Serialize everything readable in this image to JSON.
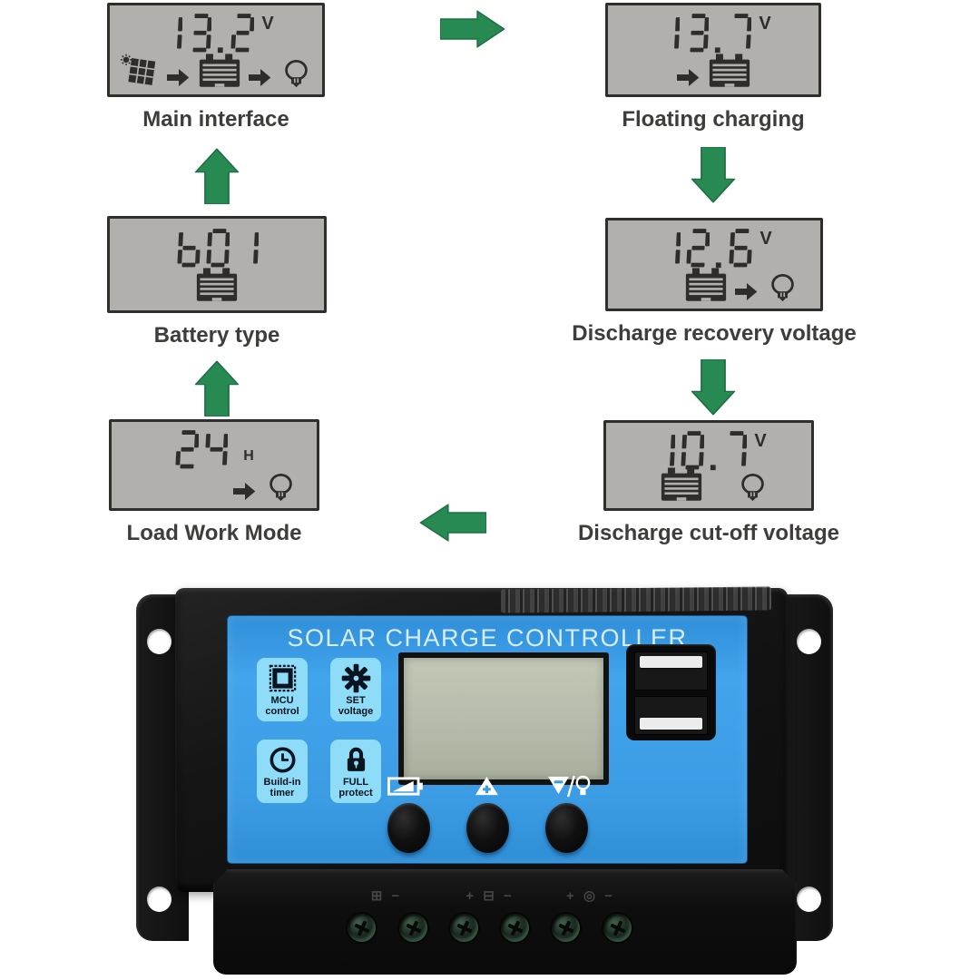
{
  "colors": {
    "arrow_green": "#278a52",
    "arrow_green_dark": "#1d6e40",
    "lcd_bg": "#b1b0ad",
    "lcd_border": "#2f2e2c",
    "digit": "#2e2d2b",
    "label_text": "#3e3d3b",
    "panel_blue": "#3b9ce4",
    "tile_blue": "#8edcf8",
    "title_text": "#d8edfb",
    "product_lcd": "#b6bcab"
  },
  "diagram": {
    "screens": [
      {
        "value": "13.2",
        "unit": "V",
        "icons": [
          "solar",
          "arrow",
          "battery",
          "arrow",
          "bulb"
        ],
        "label": "Main interface"
      },
      {
        "value": "13.7",
        "unit": "V",
        "icons": [
          "arrow",
          "battery"
        ],
        "label": "Floating charging"
      },
      {
        "value": "b01",
        "unit": "",
        "icons": [
          "battery"
        ],
        "label": "Battery type"
      },
      {
        "value": "12.6",
        "unit": "V",
        "icons": [
          "battery",
          "arrow",
          "bulb"
        ],
        "label": "Discharge recovery voltage"
      },
      {
        "value": "24",
        "unit": "H",
        "icons": [
          "arrow",
          "bulb"
        ],
        "label": "Load Work Mode"
      },
      {
        "value": "10.7",
        "unit": "V",
        "icons": [
          "battery",
          "gap",
          "bulb"
        ],
        "label": "Discharge cut-off voltage"
      }
    ],
    "arrows": [
      {
        "dir": "right",
        "name": "main-to-floating"
      },
      {
        "dir": "down",
        "name": "floating-to-recovery"
      },
      {
        "dir": "down",
        "name": "recovery-to-cutoff"
      },
      {
        "dir": "left",
        "name": "cutoff-to-load"
      },
      {
        "dir": "up",
        "name": "load-to-battery-type"
      },
      {
        "dir": "up",
        "name": "battery-type-to-main"
      }
    ]
  },
  "product": {
    "title": "SOLAR CHARGE CONTROLLER",
    "features": [
      {
        "line1": "MCU",
        "line2": "control",
        "icon": "mcu"
      },
      {
        "line1": "SET",
        "line2": "voltage",
        "icon": "gear"
      },
      {
        "line1": "Build-in",
        "line2": "timer",
        "icon": "clock"
      },
      {
        "line1": "FULL",
        "line2": "protect",
        "icon": "lock"
      }
    ],
    "button_icons": [
      "battery-select",
      "up-plus",
      "down-minus-light"
    ],
    "terminal_markings": [
      "⊞ −",
      "+ ⊟ −",
      "+ ◎ −"
    ]
  }
}
